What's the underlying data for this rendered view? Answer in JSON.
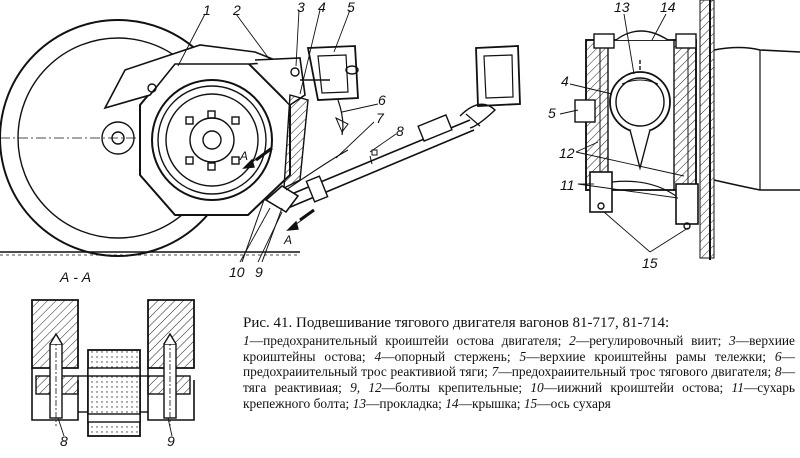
{
  "figure": {
    "section_label": "А - А",
    "callouts": {
      "c1": "1",
      "c2": "2",
      "c3": "3",
      "c4": "4",
      "c5": "5",
      "c6": "6",
      "c7": "7",
      "c8": "8",
      "c9": "9",
      "c10": "10",
      "r4": "4",
      "r5": "5",
      "r11": "11",
      "r12": "12",
      "r13": "13",
      "r14": "14",
      "r15": "15",
      "s8": "8",
      "s9": "9",
      "cutA1": "А",
      "cutA2": "А"
    }
  },
  "caption": {
    "title": "Рис. 41. Подвешивание тягового двигателя вагонов 81-717, 81-714:",
    "items": [
      {
        "num": "1",
        "text": "—предохранительный кроиштейи остова двигателя; "
      },
      {
        "num": "2",
        "text": "—регулировочный виит; "
      },
      {
        "num": "3",
        "text": "—верхиие кроиштейны остова; "
      },
      {
        "num": "4",
        "text": "—опорный стержень; "
      },
      {
        "num": "5",
        "text": "—верхиие кроиштейны рамы тележки; "
      },
      {
        "num": "6",
        "text": "—предохраиительный трос реактивиой тяги; "
      },
      {
        "num": "7",
        "text": "—предохраиительный трос тягового двигателя; "
      },
      {
        "num": "8",
        "text": "—тяга реактивиая; "
      },
      {
        "num": "9, 12",
        "text": "—болты крепительные; "
      },
      {
        "num": "10",
        "text": "—иижний кроиштейи остова; "
      },
      {
        "num": "11",
        "text": "—сухарь крепежного болта; "
      },
      {
        "num": "13",
        "text": "—прокладка; "
      },
      {
        "num": "14",
        "text": "—крышка; "
      },
      {
        "num": "15",
        "text": "—ось сухаря"
      }
    ]
  }
}
